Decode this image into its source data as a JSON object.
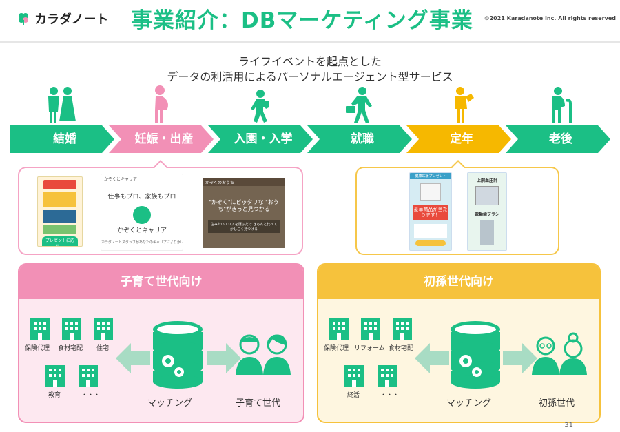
{
  "header": {
    "logo_text": "カラダノート",
    "title": "事業紹介：DBマーケティング事業",
    "copyright": "©2021 Karadanote Inc. All rights reserved"
  },
  "subtitle": {
    "line1": "ライフイベントを起点とした",
    "line2": "データの利活用によるパーソナルエージェント型サービス"
  },
  "stages": [
    {
      "label": "結婚",
      "color": "#1bbf85",
      "icon": "wedding-couple-icon"
    },
    {
      "label": "妊娠・出産",
      "color": "#f290b6",
      "icon": "pregnant-woman-icon"
    },
    {
      "label": "入園・入学",
      "color": "#1bbf85",
      "icon": "child-school-icon"
    },
    {
      "label": "就職",
      "color": "#1bbf85",
      "icon": "businessman-icon"
    },
    {
      "label": "定年",
      "color": "#f6b800",
      "icon": "retiree-icon"
    },
    {
      "label": "老後",
      "color": "#1bbf85",
      "icon": "elderly-cane-icon"
    }
  ],
  "thumbnails": {
    "pink": [
      {
        "caption": "プレゼントに応募！"
      },
      {
        "top": "かぞくとキャリア",
        "headline": "仕事もプロ、家族もプロ",
        "brand": "かぞくとキャリア",
        "caption": "カラダノートスタッフがあなたのキャリアにより添います"
      },
      {
        "top": "かぞくのおうち",
        "headline": "\"かぞく\"にピッタリな \"おうち\"がきっと見つかる",
        "caption": "住みたいエリアを選ぶだけ きちんと比べてかしこく見つける"
      }
    ],
    "yellow": [
      {
        "top": "健康応援プレゼント",
        "headline": "豪華商品が当たります！"
      },
      {
        "top": "上腕血圧計",
        "headline": "電動歯ブラシ"
      }
    ]
  },
  "panels": {
    "left": {
      "title": "子育て世代向け",
      "partners": [
        "保険代理",
        "食材宅配",
        "住宅",
        "教育",
        "・・・"
      ],
      "matching": "マッチング",
      "target": "子育て世代"
    },
    "right": {
      "title": "初孫世代向け",
      "partners": [
        "保険代理",
        "リフォーム",
        "食材宅配",
        "終活",
        "・・・"
      ],
      "matching": "マッチング",
      "target": "初孫世代"
    }
  },
  "colors": {
    "green": "#1bbf85",
    "pink": "#f290b6",
    "yellow": "#f6c23c"
  },
  "page_number": "31"
}
